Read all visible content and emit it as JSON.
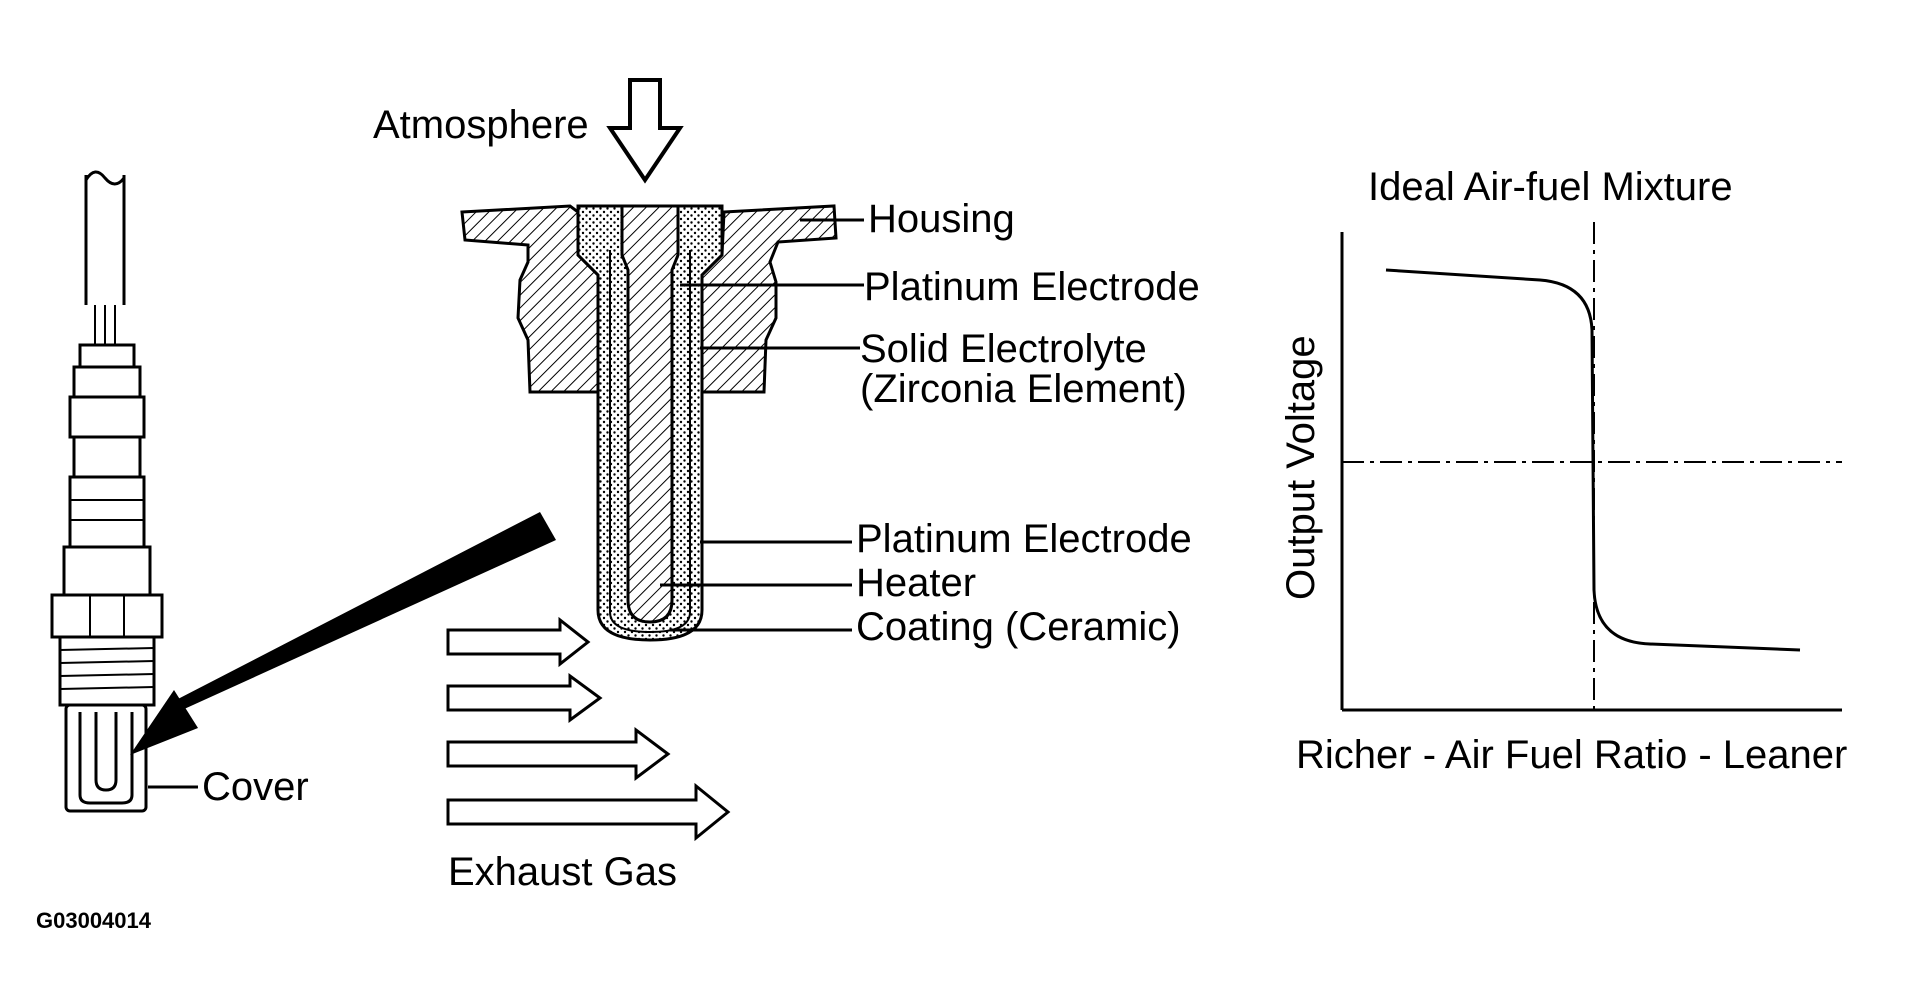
{
  "figure_id": "G03004014",
  "sensor": {
    "cover_label": "Cover"
  },
  "cross_section": {
    "atmosphere_label": "Atmosphere",
    "housing_label": "Housing",
    "platinum_electrode_outer_label": "Platinum Electrode",
    "solid_electrolyte_label_line1": "Solid Electrolyte",
    "solid_electrolyte_label_line2": "(Zirconia Element)",
    "platinum_electrode_inner_label": "Platinum Electrode",
    "heater_label": "Heater",
    "coating_label": "Coating (Ceramic)",
    "exhaust_gas_label": "Exhaust Gas"
  },
  "graph": {
    "title": "Ideal Air-fuel Mixture",
    "ylabel": "Output Voltage",
    "xlabel": "Richer - Air Fuel Ratio - Leaner"
  }
}
